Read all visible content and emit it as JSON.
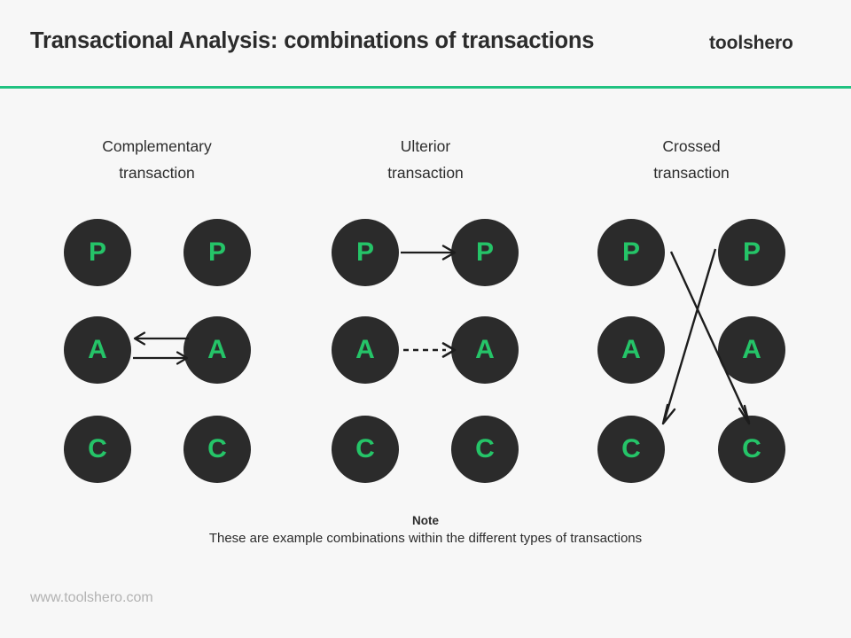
{
  "header": {
    "title": "Transactional Analysis: combinations of transactions",
    "brand": "toolshero",
    "divider_color": "#21c281"
  },
  "theme": {
    "background": "#f7f7f7",
    "text_dark": "#2c2c2c",
    "circle_fill": "#2b2b2b",
    "letter_green": "#25c468",
    "accent_green": "#21c281",
    "footer_gray": "#b2b2b2",
    "arrow_color": "#1d1d1d"
  },
  "columns": [
    {
      "id": "complementary",
      "heading_line1": "Complementary",
      "heading_line2": "transaction",
      "left_states": [
        "P",
        "A",
        "C"
      ],
      "right_states": [
        "P",
        "A",
        "C"
      ],
      "arrows": [
        {
          "name": "arrow-a-right-to-left",
          "style": "solid",
          "direction": "left",
          "row": "A"
        },
        {
          "name": "arrow-a-left-to-right",
          "style": "solid",
          "direction": "right",
          "row": "A"
        }
      ]
    },
    {
      "id": "ulterior",
      "heading_line1": "Ulterior",
      "heading_line2": "transaction",
      "left_states": [
        "P",
        "A",
        "C"
      ],
      "right_states": [
        "P",
        "A",
        "C"
      ],
      "arrows": [
        {
          "name": "arrow-p-left-to-right",
          "style": "solid",
          "direction": "right",
          "row": "P"
        },
        {
          "name": "arrow-a-left-to-right-dashed",
          "style": "dashed",
          "direction": "right",
          "row": "A"
        }
      ]
    },
    {
      "id": "crossed",
      "heading_line1": "Crossed",
      "heading_line2": "transaction",
      "left_states": [
        "P",
        "A",
        "C"
      ],
      "right_states": [
        "P",
        "A",
        "C"
      ],
      "arrows": [
        {
          "name": "arrow-left-p-to-right-c",
          "style": "solid",
          "direction": "diagonal-down-right",
          "row": "P-to-C"
        },
        {
          "name": "arrow-right-p-to-left-c",
          "style": "solid",
          "direction": "diagonal-down-left",
          "row": "P-to-C"
        }
      ]
    }
  ],
  "note": {
    "title": "Note",
    "text": "These are example combinations within the different types of transactions"
  },
  "footer": {
    "url": "www.toolshero.com"
  }
}
